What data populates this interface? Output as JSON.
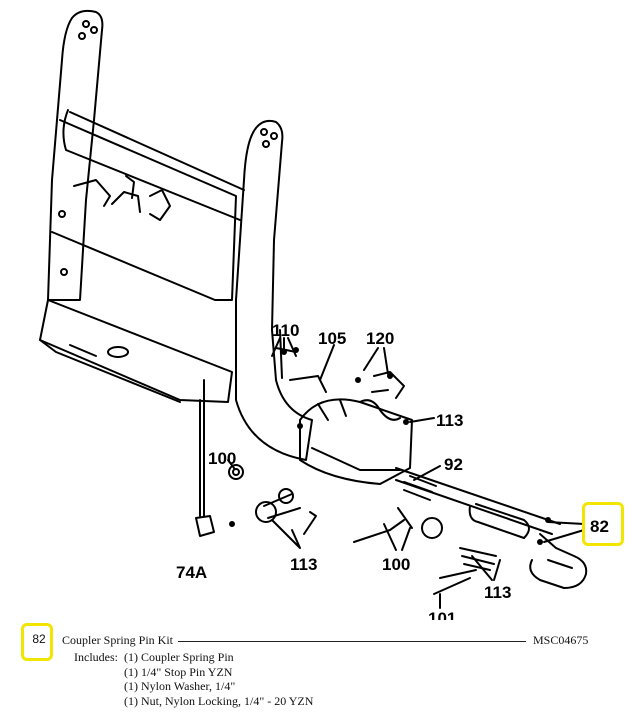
{
  "callouts": {
    "c110": "110",
    "c105": "105",
    "c120": "120",
    "c113a": "113",
    "c92": "92",
    "c100a": "100",
    "c100b": "100",
    "c113b": "113",
    "c113c": "113",
    "c74a": "74A",
    "c101": "101",
    "c82": "82"
  },
  "parts_list": {
    "item_number": "82",
    "item_name": "Coupler Spring Pin Kit",
    "part_code": "MSC04675",
    "includes_label": "Includes:",
    "includes": [
      "(1) Coupler Spring Pin",
      "(1) 1/4\" Stop Pin YZN",
      "(1) Nylon Washer, 1/4\"",
      "(1) Nut, Nylon Locking, 1/4\" - 20 YZN"
    ]
  },
  "highlight_color": "#f2e600"
}
